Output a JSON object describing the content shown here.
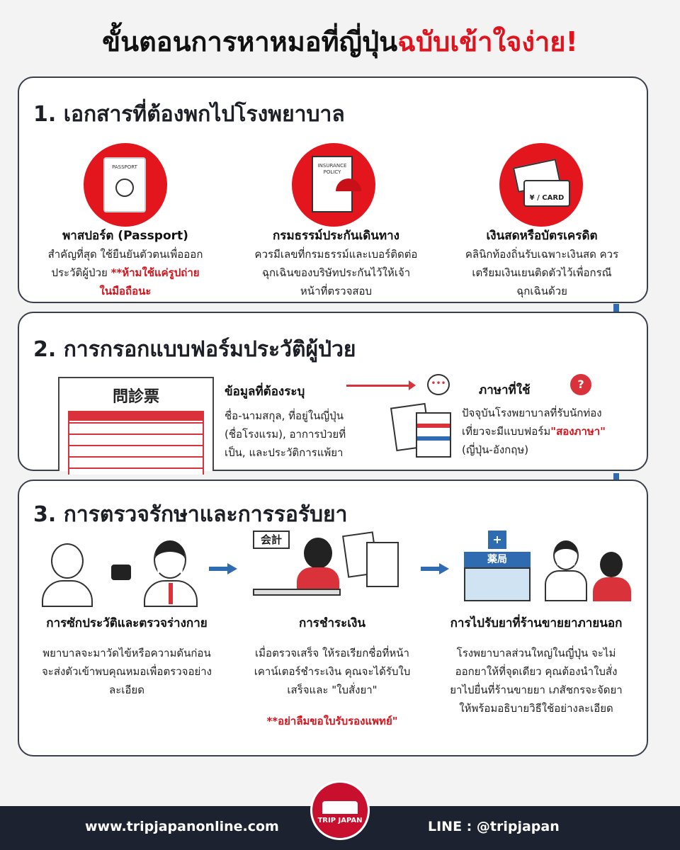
{
  "title": {
    "main": "ขั้นตอนการหาหมอที่ญี่ปุ่น",
    "highlight": "ฉบับเข้าใจง่าย!"
  },
  "section1": {
    "heading": "1. เอกสารที่ต้องพกไปโรงพยาบาล",
    "items": [
      {
        "title": "พาสปอร์ต (Passport)",
        "text": "สำคัญที่สุด ใช้ยืนยันตัวตนเพื่อออกประวัติผู้ป่วย",
        "warning": "**ห้ามใช้แค่รูปถ่ายในมือถือนะ",
        "icon_label": "PASSPORT"
      },
      {
        "title": "กรมธรรม์ประกันเดินทาง",
        "text": "ควรมีเลขที่กรมธรรม์และเบอร์ติดต่อฉุกเฉินของบริษัทประกันไว้ให้เจ้าหน้าที่ตรวจสอบ",
        "icon_label": "INSURANCE POLICY"
      },
      {
        "title": "เงินสดหรือบัตรเครดิต",
        "text": "คลินิกท้องถิ่นรับเฉพาะเงินสด ควรเตรียมเงินเยนติดตัวไว้เพื่อกรณีฉุกเฉินด้วย",
        "icon_label": "¥ / CARD"
      }
    ]
  },
  "section2": {
    "heading": "2. การกรอกแบบฟอร์มประวัติผู้ป่วย",
    "form_title": "問診票",
    "info_title": "ข้อมูลที่ต้องระบุ",
    "info_text": "ชื่อ-นามสกุล, ที่อยู่ในญี่ปุ่น (ชื่อโรงแรม), อาการป่วยที่เป็น, และประวัติการแพ้ยา",
    "lang_title": "ภาษาที่ใช้",
    "lang_text": "ปัจจุบันโรงพยาบาลที่รับนักท่องเที่ยวจะมีแบบฟอร์ม",
    "lang_highlight": "\"สองภาษา\"",
    "lang_suffix": " (ญี่ปุ่น-อังกฤษ)"
  },
  "section3": {
    "heading": "3. การตรวจรักษาและการรอรับยา",
    "items": [
      {
        "title": "การซักประวัติและตรวจร่างกาย",
        "text": "พยาบาลจะมาวัดไข้หรือความดันก่อนจะส่งตัวเข้าพบคุณหมอเพื่อตรวจอย่างละเอียด"
      },
      {
        "title": "การชำระเงิน",
        "text": "เมื่อตรวจเสร็จ ให้รอเรียกชื่อที่หน้าเคาน์เตอร์ชำระเงิน คุณจะได้รับใบเสร็จและ \"ใบสั่งยา\"",
        "warning": "**อย่าลืมขอใบรับรองแพทย์\"",
        "sign": "会計"
      },
      {
        "title": "การไปรับยาที่ร้านขายยาภายนอก",
        "text": "โรงพยาบาลส่วนใหญ่ในญี่ปุ่น จะไม่ออกยาให้ที่จุดเดียว คุณต้องนำใบสั่งยาไปยื่นที่ร้านขายยา เภสัชกรจะจัดยาให้พร้อมอธิบายวิธีใช้อย่างละเอียด",
        "sign": "薬局"
      }
    ]
  },
  "footer": {
    "website": "www.tripjapanonline.com",
    "line": "LINE : @tripjapan",
    "logo_text": "TRIP JAPAN"
  },
  "colors": {
    "accent": "#e3161e",
    "arrow": "#2e6bb0",
    "footer": "#1c2230"
  }
}
